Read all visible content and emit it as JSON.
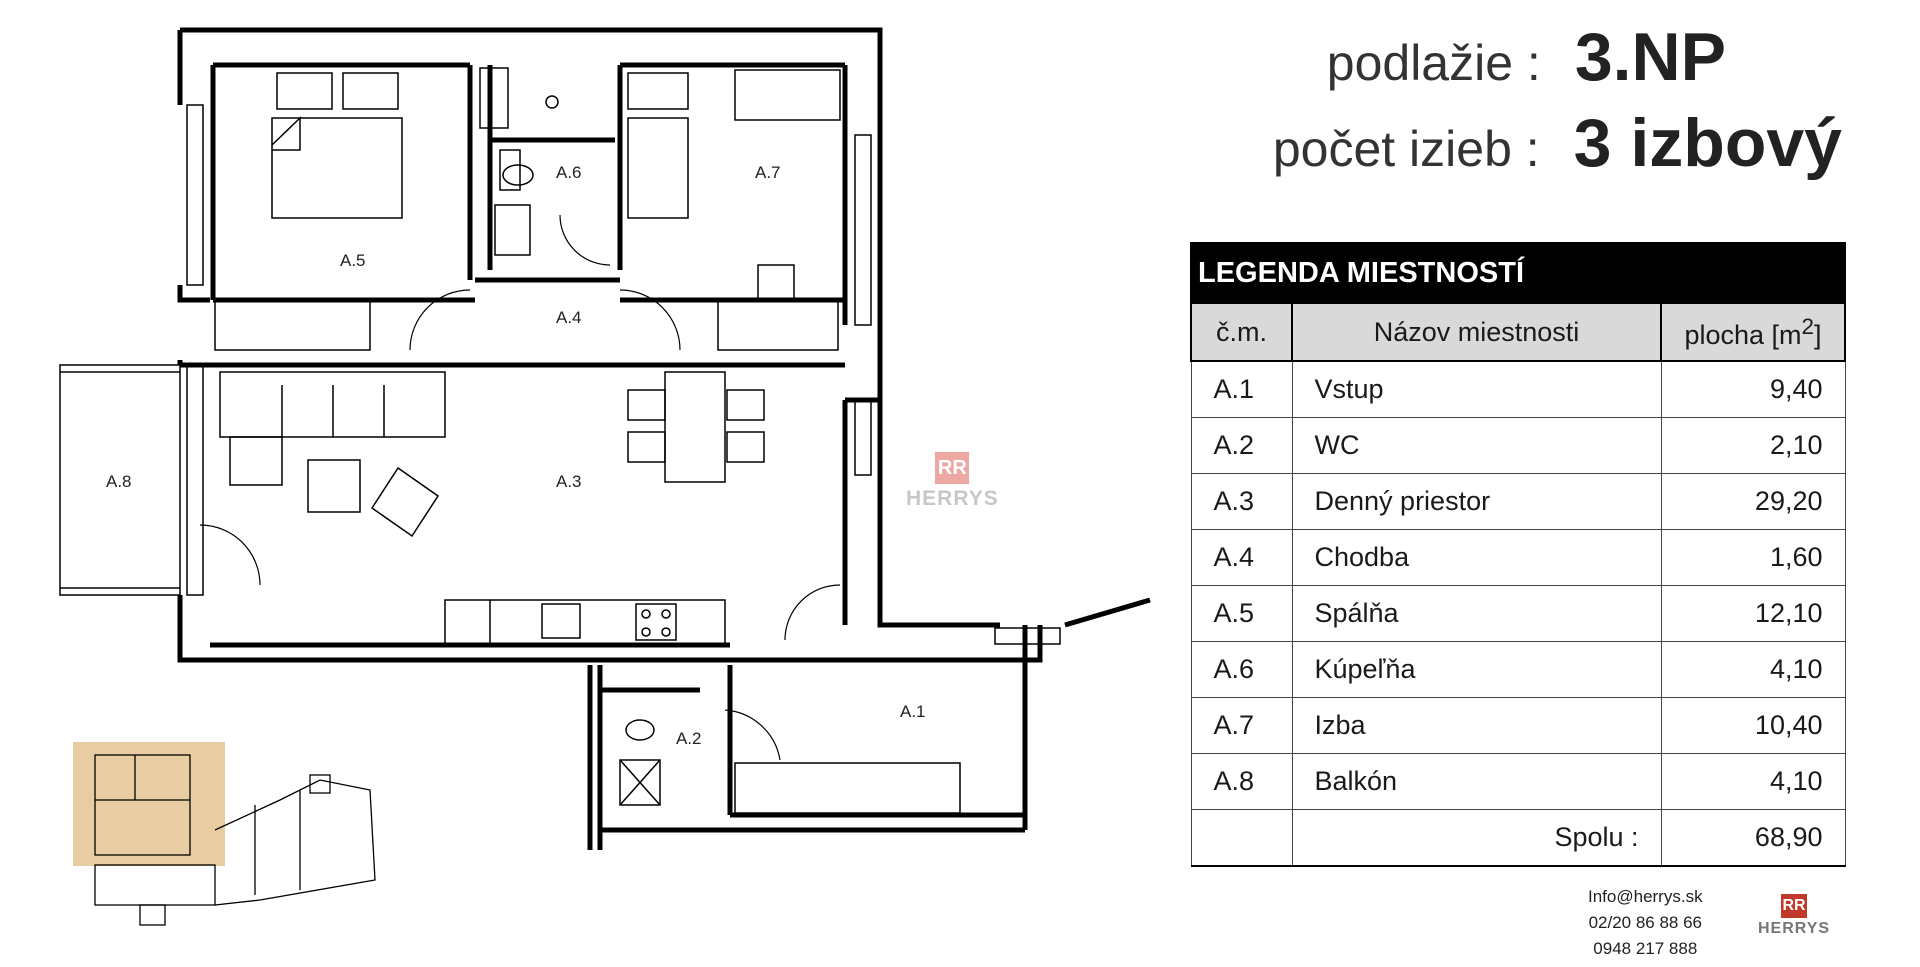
{
  "header": {
    "floor_label": "podlažie :",
    "floor_value": "3.NP",
    "rooms_label": "počet izieb :",
    "rooms_value": "3 izbový"
  },
  "legend": {
    "title": "LEGENDA MIESTNOSTÍ",
    "col_number": "č.m.",
    "col_name": "Názov miestnosti",
    "col_area": "plocha [m",
    "col_area_sup": "2",
    "col_area_close": "]",
    "rows": [
      {
        "num": "A.1",
        "name": "Vstup",
        "area": "9,40"
      },
      {
        "num": "A.2",
        "name": "WC",
        "area": "2,10"
      },
      {
        "num": "A.3",
        "name": "Denný priestor",
        "area": "29,20"
      },
      {
        "num": "A.4",
        "name": "Chodba",
        "area": "1,60"
      },
      {
        "num": "A.5",
        "name": "Spálňa",
        "area": "12,10"
      },
      {
        "num": "A.6",
        "name": "Kúpeľňa",
        "area": "4,10"
      },
      {
        "num": "A.7",
        "name": "Izba",
        "area": "10,40"
      },
      {
        "num": "A.8",
        "name": "Balkón",
        "area": "4,10"
      }
    ],
    "total_label": "Spolu :",
    "total_value": "68,90"
  },
  "plan": {
    "labels": [
      "A.1",
      "A.2",
      "A.3",
      "A.4",
      "A.5",
      "A.6",
      "A.7",
      "A.8"
    ],
    "wall_color": "#000000",
    "highlight_color": "#d7a455"
  },
  "contact": {
    "email": "Info@herrys.sk",
    "phone1": "02/20 86 88 66",
    "phone2": "0948 217 888"
  },
  "brand": {
    "monogram": "RR",
    "name": "HERRYS",
    "accent": "#c0392b"
  }
}
